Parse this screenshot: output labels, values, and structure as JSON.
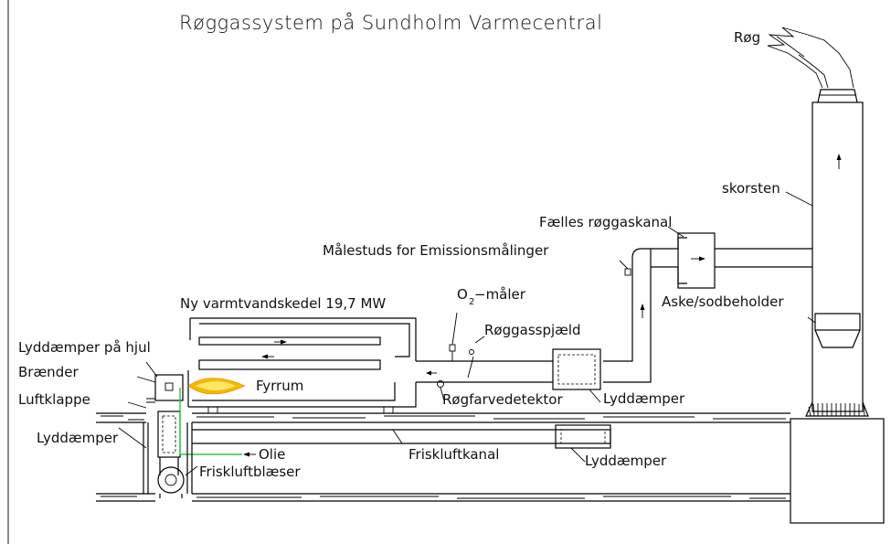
{
  "title": "Røggassystem på Sundholm Varmecentral",
  "labels": {
    "roeg": "Røg",
    "skorsten": "skorsten",
    "faelles_roeggaskanal": "Fælles røggaskanal",
    "maalestuds": "Målestuds for Emissionsmålinger",
    "o2_maaler_prefix": "O",
    "o2_maaler_sub": "2",
    "o2_maaler_suffix": " −måler",
    "aske_sodbeholder": "Aske/sodbeholder",
    "ny_varmtvandskedel": "Ny varmtvandskedel 19,7 MW",
    "roeggasspjaeld": "Røggasspjæld",
    "lyddaemper_paa_hjul": "Lyddæmper på hjul",
    "braender": "Brænder",
    "fyrrum": "Fyrrum",
    "luftklappe": "Luftklappe",
    "roegfarvedetektor": "Røgfarvedetektor",
    "lyddaemper_kanal": "Lyddæmper",
    "lyddaemper_left": "Lyddæmper",
    "olie": "Olie",
    "friskluftkanal": "Friskluftkanal",
    "lyddaemper_friskluft": "Lyddæmper",
    "friskluftblaeser": "Friskluftblæser"
  },
  "colors": {
    "flame_outer": "#f5b800",
    "flame_inner": "#ffe766",
    "oil_line": "#2cc84a"
  }
}
